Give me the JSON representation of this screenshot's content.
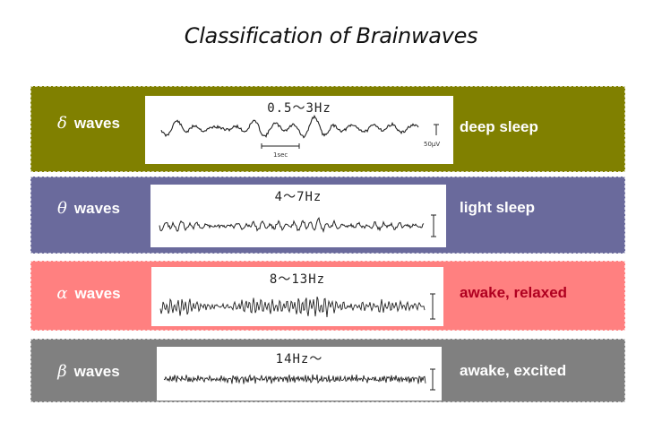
{
  "title": "Classification of Brainwaves",
  "bands": [
    {
      "symbol": "δ",
      "name": "waves",
      "frequency": "0.5～3Hz",
      "state": "deep sleep",
      "scale_label": "50μV",
      "time_label": "1sec",
      "band_color": "#808000",
      "state_color": "#ffffff"
    },
    {
      "symbol": "θ",
      "name": "waves",
      "frequency": "4～7Hz",
      "state": "light sleep",
      "band_color": "#6A6A9C",
      "state_color": "#ffffff"
    },
    {
      "symbol": "α",
      "name": "waves",
      "frequency": "8～13Hz",
      "state": "awake, relaxed",
      "band_color": "#FF8080",
      "state_color": "#B00020"
    },
    {
      "symbol": "β",
      "name": "waves",
      "frequency": "14Hz～",
      "state": "awake, excited",
      "band_color": "#808080",
      "state_color": "#ffffff"
    }
  ]
}
